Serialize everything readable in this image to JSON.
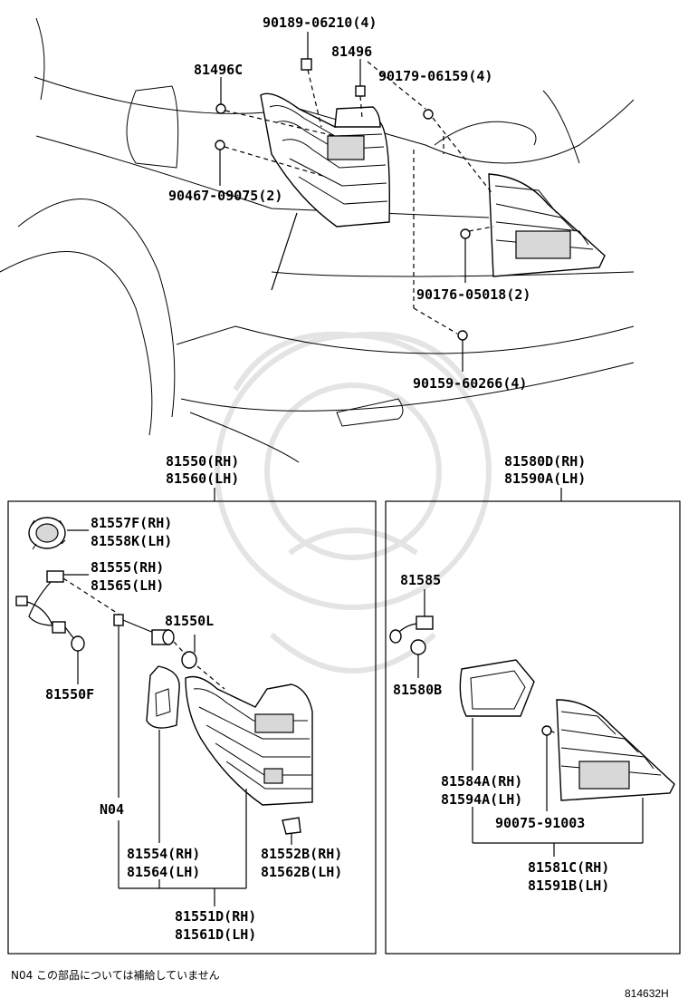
{
  "callouts": {
    "c90189": "90189-06210(4)",
    "c81496": "81496",
    "c90179": "90179-06159(4)",
    "c81496c": "81496C",
    "c90467": "90467-09075(2)",
    "c90176": "90176-05018(2)",
    "c90159": "90159-60266(4)",
    "left_title_1": "81550(RH)",
    "left_title_2": "81560(LH)",
    "right_title_1": "81580D(RH)",
    "right_title_2": "81590A(LH)",
    "c81557f": "81557F(RH)",
    "c81558k": "81558K(LH)",
    "c81555": "81555(RH)",
    "c81565": "81565(LH)",
    "c81550l": "81550L",
    "c81550f": "81550F",
    "cn04": "N04",
    "c81554": "81554(RH)",
    "c81564": "81564(LH)",
    "c81552b": "81552B(RH)",
    "c81562b": "81562B(LH)",
    "c81551d": "81551D(RH)",
    "c81561d": "81561D(LH)",
    "c81585": "81585",
    "c81580b": "81580B",
    "c81584a": "81584A(RH)",
    "c81594a": "81594A(LH)",
    "c90075": "90075-91003",
    "c81581c": "81581C(RH)",
    "c81591b": "81591B(LH)"
  },
  "footnote": "N04 この部品については補給していません",
  "figure_ref": "814632H"
}
